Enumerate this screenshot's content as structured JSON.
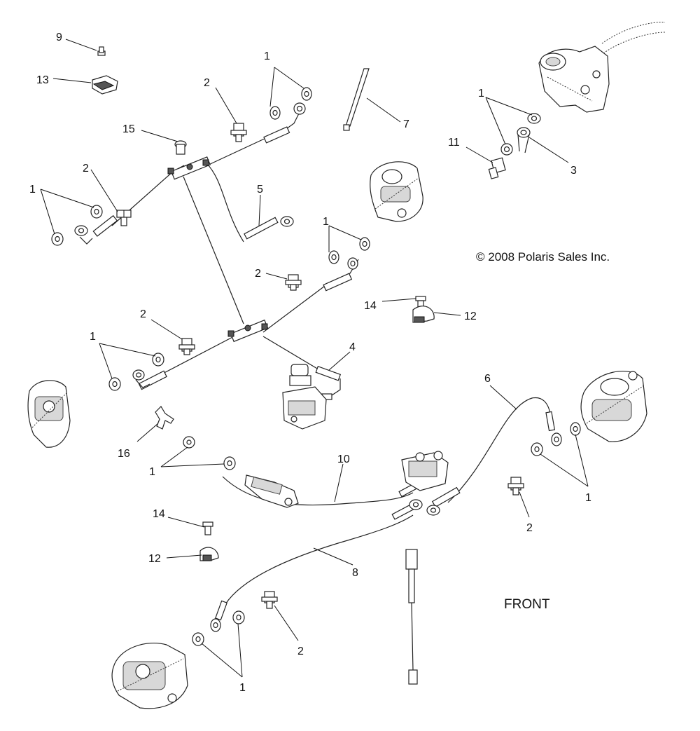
{
  "copyright": "© 2008 Polaris Sales Inc.",
  "front_label": "FRONT",
  "callouts": [
    "9",
    "13",
    "15",
    "2",
    "1",
    "7",
    "1",
    "11",
    "3",
    "2",
    "1",
    "5",
    "1",
    "2",
    "14",
    "12",
    "2",
    "1",
    "4",
    "6",
    "16",
    "1",
    "10",
    "2",
    "1",
    "14",
    "12",
    "8",
    "2",
    "1"
  ]
}
